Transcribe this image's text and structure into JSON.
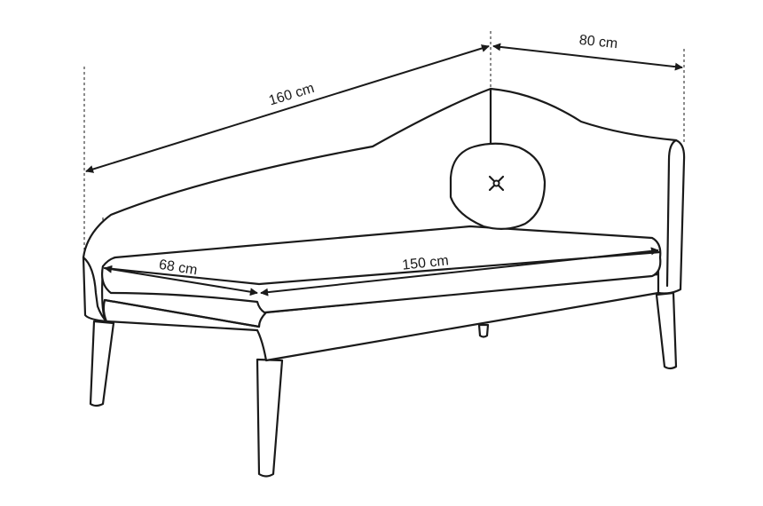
{
  "dimensions": {
    "overall_length": "160 cm",
    "depth": "80 cm",
    "seat_depth": "68 cm",
    "seat_length": "150 cm"
  },
  "colors": {
    "stroke": "#1a1a1a",
    "background": "#ffffff"
  }
}
